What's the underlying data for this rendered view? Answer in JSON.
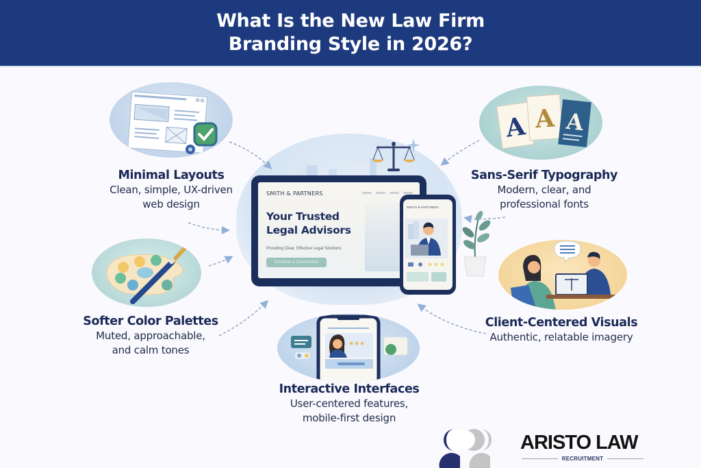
{
  "header": {
    "title_line1": "What Is the New Law Firm",
    "title_line2": "Branding Style in 2026?",
    "background_color": "#1d3a7e"
  },
  "center": {
    "laptop": {
      "brand": "SMITH & PARTNERS",
      "headline_line1": "Your Trusted",
      "headline_line2": "Legal Advisors",
      "subtext": "Providing Clear, Effective Legal Solutions",
      "cta_button": "Schedule a Consultation"
    },
    "phone": {
      "brand": "SMITH & PARTNERS"
    },
    "icon": "scales-of-justice-icon"
  },
  "features": [
    {
      "id": "minimal-layouts",
      "title": "Minimal Layouts",
      "desc_line1": "Clean, simple, UX-driven",
      "desc_line2": "web design",
      "icon": "webpage-layout-icon"
    },
    {
      "id": "sans-serif-typography",
      "title": "Sans-Serif Typography",
      "desc_line1": "Modern, clear, and",
      "desc_line2": "professional fonts",
      "icon": "typography-cards-icon"
    },
    {
      "id": "softer-color-palettes",
      "title": "Softer Color Palettes",
      "desc_line1": "Muted, approachable,",
      "desc_line2": "and calm tones",
      "icon": "paint-palette-icon"
    },
    {
      "id": "client-centered-visuals",
      "title": "Client-Centered Visuals",
      "desc_line1": "Authentic, relatable imagery",
      "desc_line2": "",
      "icon": "client-meeting-icon"
    },
    {
      "id": "interactive-interfaces",
      "title": "Interactive Interfaces",
      "desc_line1": "User-centered features,",
      "desc_line2": "mobile-first design",
      "icon": "mobile-interface-icon"
    }
  ],
  "logo": {
    "name": "ARISTO LAW",
    "tagline": "RECRUITMENT",
    "colors": {
      "navy": "#27306e",
      "grey": "#c4c4c4"
    }
  }
}
